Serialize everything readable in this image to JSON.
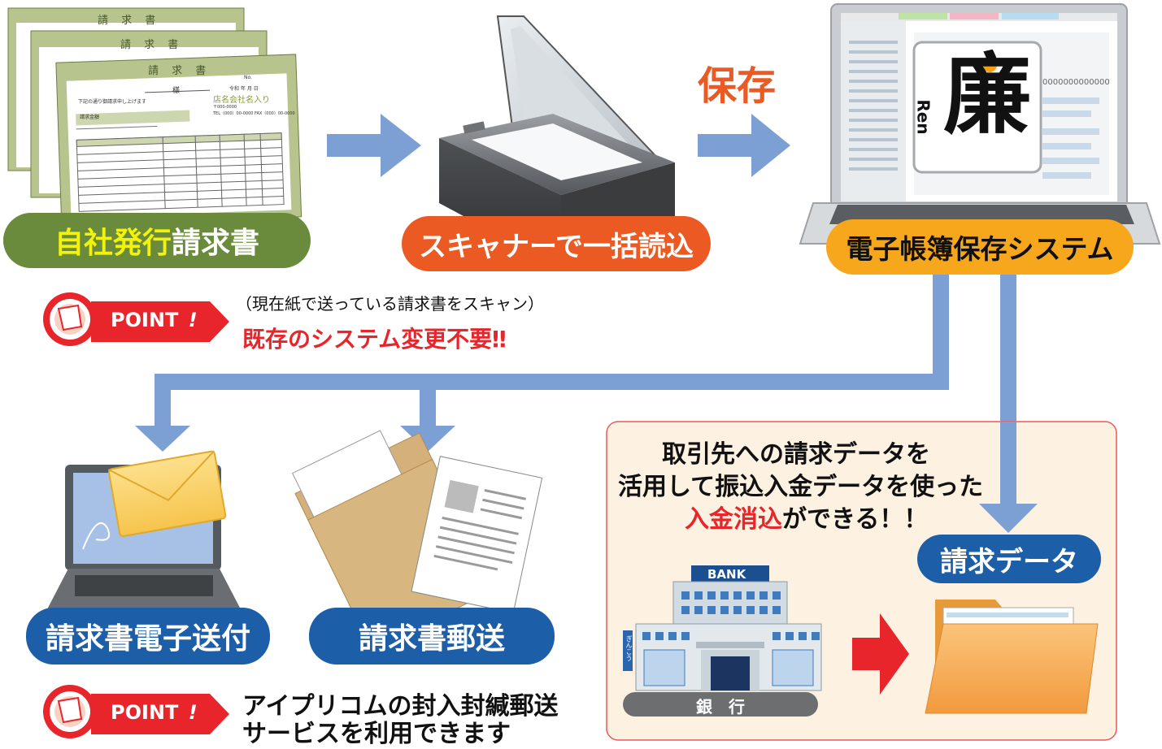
{
  "invoice_form": {
    "title": "請 求 書",
    "honorific": "様",
    "no_label": "No.",
    "date_label": "令和   年   月   日",
    "intro": "下記の通り御請求申し上げます",
    "amount_label": "請求金額",
    "shop_name": "店名会社名入り",
    "postal": "〒000-0000",
    "tel": "TEL（000）00-0000  FAX（000）00-0000"
  },
  "steps": {
    "invoice": {
      "label_highlight": "自社発行",
      "label_rest": "請求書"
    },
    "scanner": {
      "label": "スキャナーで一括読込"
    },
    "save_label": "保存",
    "system": {
      "label": "電子帳簿保存システム",
      "logo_text": "廉",
      "logo_sub": "Ren",
      "screen_number": "0000000000000"
    }
  },
  "point1": {
    "badge": "POINT",
    "badge_mark": "!",
    "line1": "（現在紙で送っている請求書をスキャン）",
    "line2": "既存のシステム変更不要‼"
  },
  "outputs": {
    "electronic": {
      "label": "請求書電子送付"
    },
    "mail": {
      "label": "請求書郵送"
    }
  },
  "point2": {
    "badge": "POINT",
    "badge_mark": "!",
    "line1": "アイプリコムの封入封緘郵送",
    "line2": "サービスを利用できます"
  },
  "reconciliation": {
    "line1": "取引先への請求データを",
    "line2": "活用して振込入金データを使った",
    "line3_highlight": "入金消込",
    "line3_rest": "ができる！！",
    "bank_sign": "BANK",
    "bank_label": "銀　行",
    "bank_side_sign": "ぎんこう",
    "data_label": "請求データ"
  },
  "colors": {
    "green_pill": "#6a8a3c",
    "green_text_highlight": "#f2f20a",
    "orange_pill": "#ec5a24",
    "yellow_pill": "#f7a71c",
    "blue_pill": "#1c5fa8",
    "arrow_blue": "#7da0d4",
    "red_text": "#e8252a",
    "red_arrow": "#e8252a",
    "panel_bg": "#fdf1e1",
    "panel_border": "#e85a5a"
  }
}
